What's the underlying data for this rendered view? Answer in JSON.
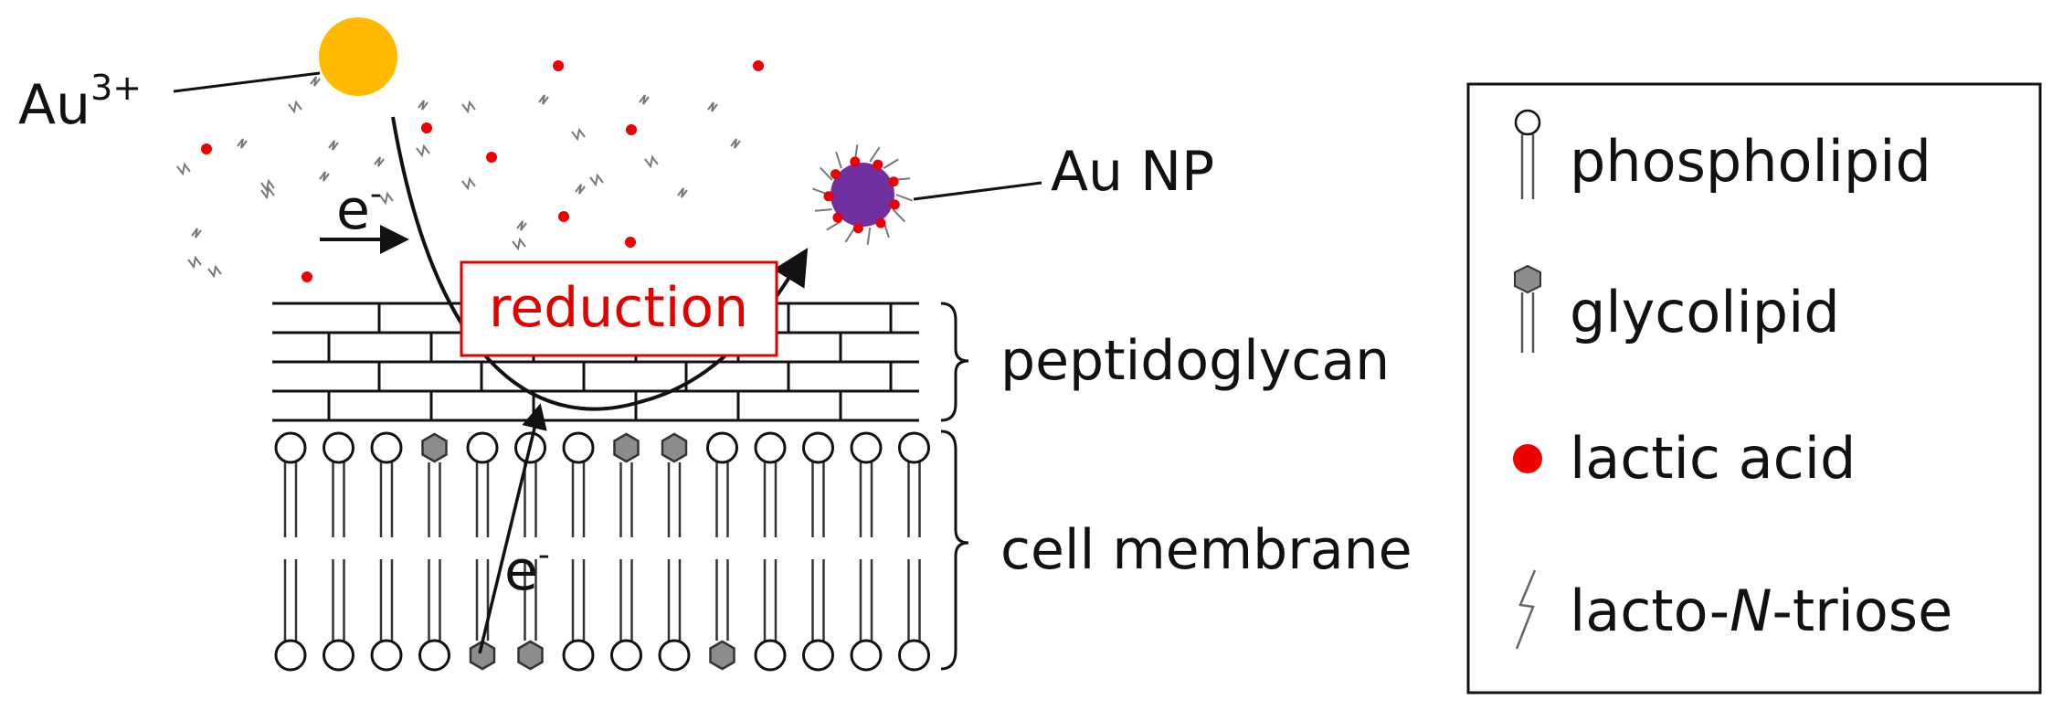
{
  "labels": {
    "au_ion": "Au",
    "au_ion_charge": "3+",
    "au_np": "Au NP",
    "electron": "e",
    "electron_sign": "-",
    "reduction": "reduction",
    "peptidoglycan": "peptidoglycan",
    "cell_membrane": "cell membrane"
  },
  "legend": {
    "items": [
      {
        "icon": "phospholipid-icon",
        "label": "phospholipid"
      },
      {
        "icon": "glycolipid-icon",
        "label": "glycolipid"
      },
      {
        "icon": "lactic-acid-icon",
        "label": "lactic acid"
      },
      {
        "icon": "lacto-n-triose-icon",
        "label_prefix": "lacto-",
        "label_italic": "N",
        "label_suffix": "-triose"
      }
    ]
  },
  "membrane": {
    "head_types_top": [
      "phospholipid",
      "phospholipid",
      "phospholipid",
      "glycolipid",
      "phospholipid",
      "phospholipid",
      "phospholipid",
      "glycolipid",
      "glycolipid",
      "phospholipid",
      "phospholipid",
      "phospholipid",
      "phospholipid",
      "phospholipid"
    ],
    "head_types_bottom": [
      "phospholipid",
      "phospholipid",
      "phospholipid",
      "phospholipid",
      "glycolipid",
      "glycolipid",
      "phospholipid",
      "phospholipid",
      "phospholipid",
      "glycolipid",
      "phospholipid",
      "phospholipid",
      "phospholipid",
      "phospholipid"
    ]
  },
  "colors": {
    "gold_ion": "#ffba00",
    "gold_np": "#7030a0",
    "lactic_acid": "#ee0000",
    "reduction_text": "#e00000",
    "glycolipid": "#8c8c8c",
    "line": "#111111"
  }
}
